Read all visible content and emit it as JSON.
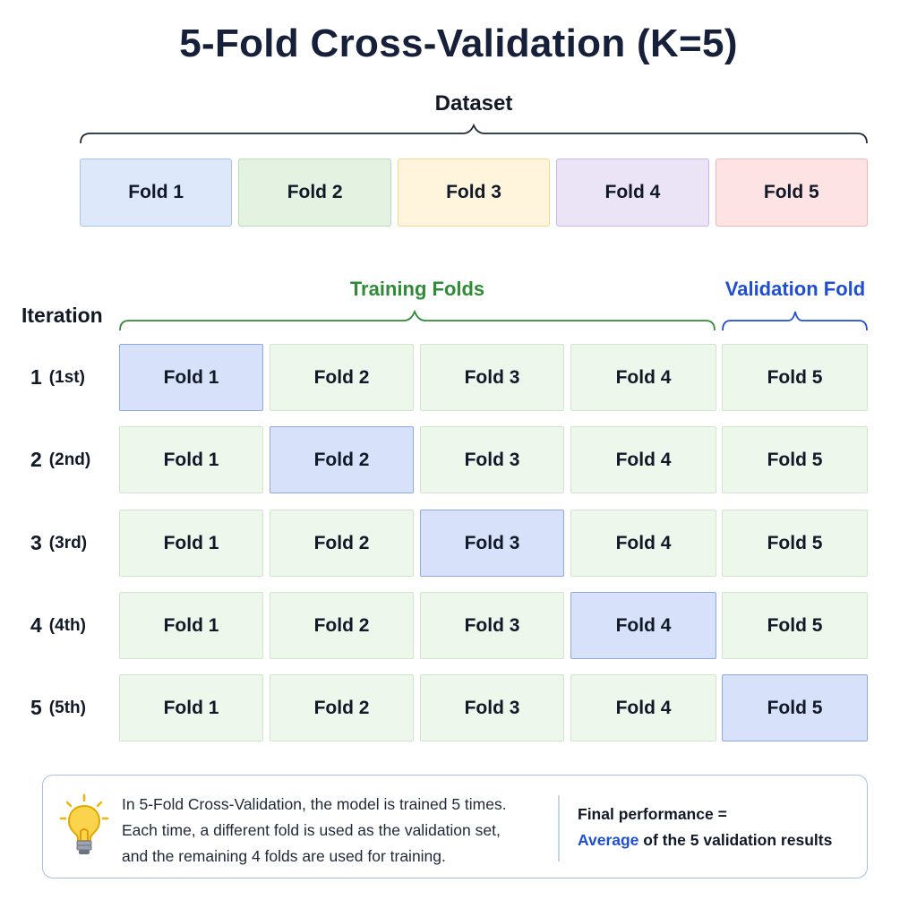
{
  "title": "5-Fold Cross-Validation (K=5)",
  "dataset": {
    "label": "Dataset",
    "folds": [
      "Fold 1",
      "Fold 2",
      "Fold 3",
      "Fold 4",
      "Fold 5"
    ]
  },
  "groups": {
    "training_label": "Training Folds",
    "validation_label": "Validation Fold"
  },
  "iteration_header": "Iteration",
  "iterations": [
    {
      "number": "1",
      "ordinal": "(1st)",
      "folds": [
        "Fold 1",
        "Fold 2",
        "Fold 3",
        "Fold 4",
        "Fold 5"
      ],
      "highlighted": 1
    },
    {
      "number": "2",
      "ordinal": "(2nd)",
      "folds": [
        "Fold 1",
        "Fold 2",
        "Fold 3",
        "Fold 4",
        "Fold 5"
      ],
      "highlighted": 2
    },
    {
      "number": "3",
      "ordinal": "(3rd)",
      "folds": [
        "Fold 1",
        "Fold 2",
        "Fold 3",
        "Fold 4",
        "Fold 5"
      ],
      "highlighted": 3
    },
    {
      "number": "4",
      "ordinal": "(4th)",
      "folds": [
        "Fold 1",
        "Fold 2",
        "Fold 3",
        "Fold 4",
        "Fold 5"
      ],
      "highlighted": 4
    },
    {
      "number": "5",
      "ordinal": "(5th)",
      "folds": [
        "Fold 1",
        "Fold 2",
        "Fold 3",
        "Fold 4",
        "Fold 5"
      ],
      "highlighted": 5
    }
  ],
  "info": {
    "icon": "lightbulb-icon",
    "lines": [
      "In 5-Fold Cross-Validation, the model is trained 5 times.",
      "Each time, a different fold is used as the validation set,",
      "and the remaining 4 folds are used for training."
    ],
    "final_line1": "Final performance =",
    "final_highlight": "Average",
    "final_rest": " of the 5 validation results"
  },
  "colors": {
    "title": "#17203a",
    "training": "#2e8b36",
    "validation": "#1f4fd1",
    "highlight_fill": "#d7e2fa",
    "training_fill": "#eef7ec",
    "fold1": "#dde8fb",
    "fold2": "#e3f2e1",
    "fold3": "#fef5dc",
    "fold4": "#ebe3f6",
    "fold5": "#fde3e3"
  }
}
